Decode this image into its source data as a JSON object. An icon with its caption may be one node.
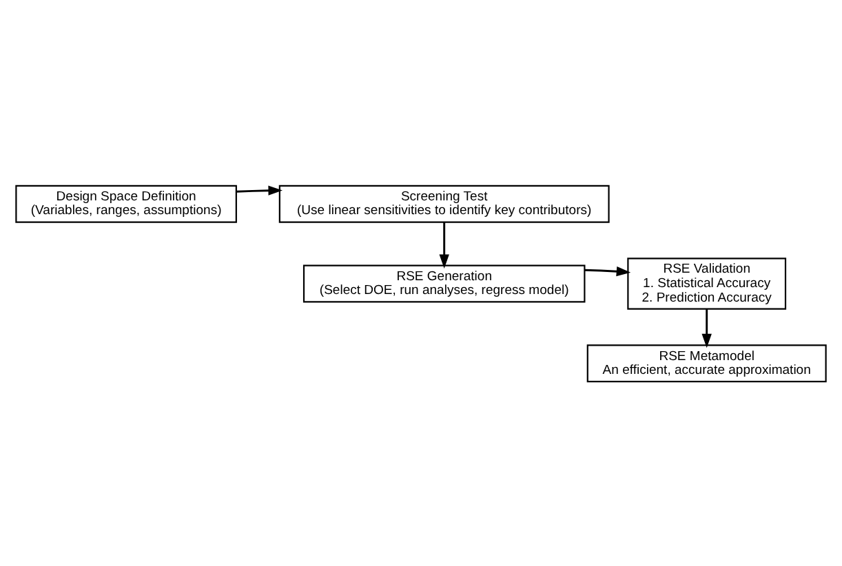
{
  "diagram": {
    "nodes": [
      {
        "text": [
          "Design Space Definition",
          "(Variables, ranges, assumptions)"
        ]
      },
      {
        "text": [
          "Screening Test",
          "(Use linear sensitivities to identify key contributors)"
        ]
      },
      {
        "text": [
          "RSE Generation",
          "(Select DOE, run analyses, regress model)"
        ]
      },
      {
        "text": [
          "RSE Validation",
          "1. Statistical Accuracy",
          "2. Prediction Accuracy"
        ]
      },
      {
        "text": [
          "RSE Metamodel",
          "An efficient, accurate approximation"
        ]
      }
    ],
    "edges": [
      {
        "from": 0,
        "to": 1,
        "arrow": "to"
      },
      {
        "from": 1,
        "to": 2,
        "arrow": "to"
      },
      {
        "from": 2,
        "to": 3,
        "arrow": "to"
      },
      {
        "from": 3,
        "to": 4,
        "arrow": "to"
      }
    ]
  }
}
